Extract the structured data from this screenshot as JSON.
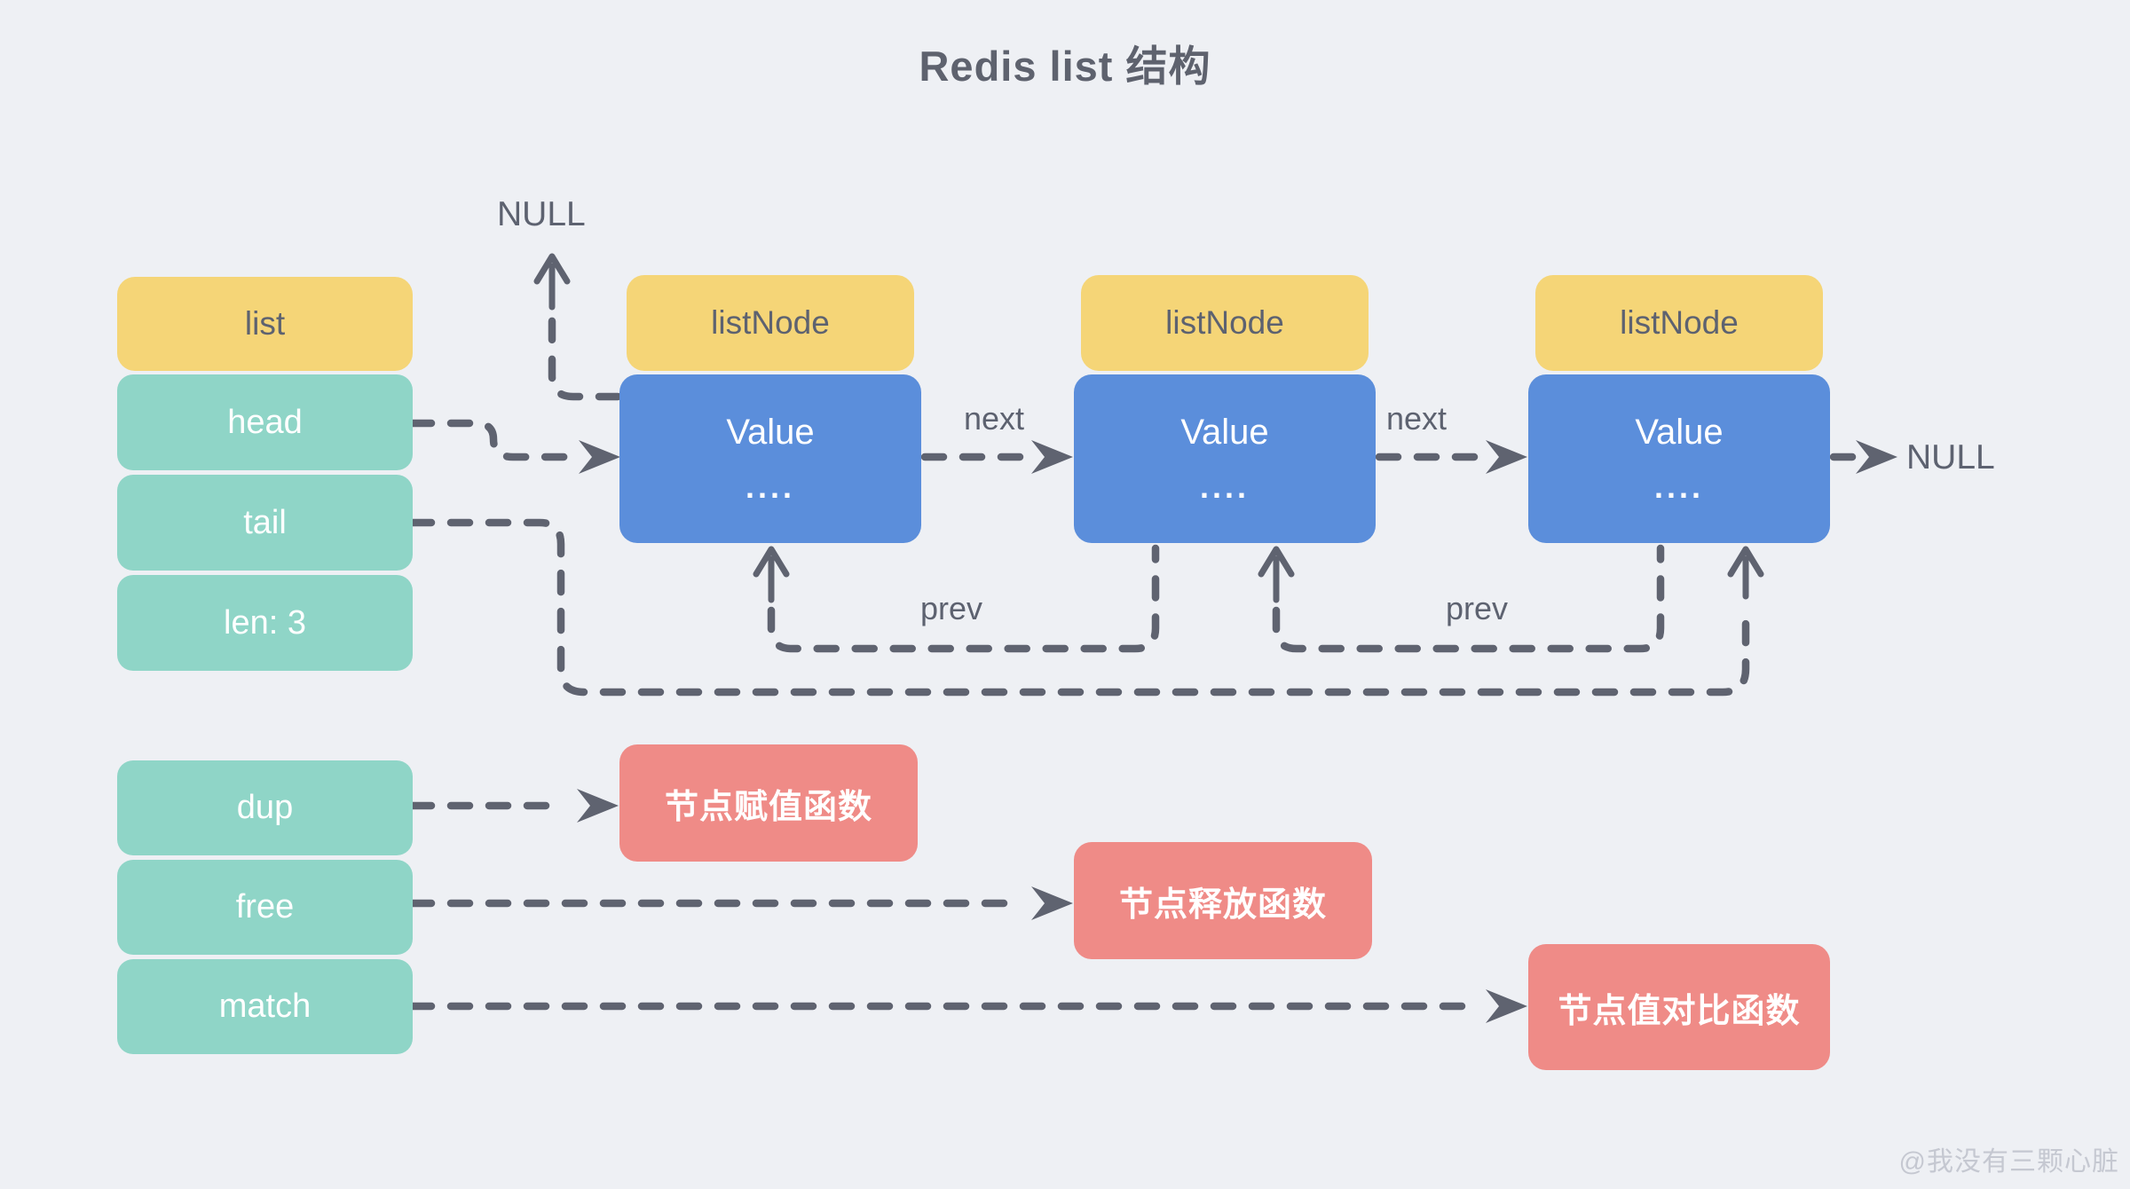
{
  "title": "Redis list 结构",
  "watermark": "@我没有三颗心脏",
  "list_struct": {
    "header": "list",
    "fields": [
      {
        "label": "head"
      },
      {
        "label": "tail"
      },
      {
        "label": "len: 3"
      }
    ]
  },
  "nodes": [
    {
      "header": "listNode",
      "value": "Value",
      "dots": "...."
    },
    {
      "header": "listNode",
      "value": "Value",
      "dots": "...."
    },
    {
      "header": "listNode",
      "value": "Value",
      "dots": "...."
    }
  ],
  "labels": {
    "null_top": "NULL",
    "null_right": "NULL",
    "next_1": "next",
    "next_2": "next",
    "prev_1": "prev",
    "prev_2": "prev"
  },
  "functions": {
    "fields": [
      {
        "label": "dup"
      },
      {
        "label": "free"
      },
      {
        "label": "match"
      }
    ],
    "boxes": [
      {
        "label": "节点赋值函数"
      },
      {
        "label": "节点释放函数"
      },
      {
        "label": "节点值对比函数"
      }
    ]
  },
  "colors": {
    "background": "#eef0f4",
    "node_header": "#f5d577",
    "pointer_field": "#8fd5c7",
    "value_box": "#5b8edb",
    "function_box": "#ef8b87",
    "connector": "#5f6370",
    "text_dark": "#5d6270",
    "text_light": "#ffffff",
    "watermark": "#c5c8d1"
  }
}
